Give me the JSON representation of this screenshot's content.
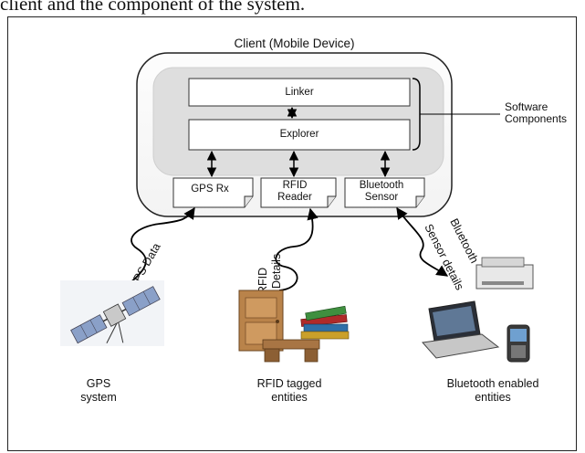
{
  "caption": "client and the component of the system.",
  "client_title": "Client (Mobile Device)",
  "software": {
    "line1": "Software",
    "line2": "Components"
  },
  "boxes": {
    "linker": "Linker",
    "explorer": "Explorer"
  },
  "modules": {
    "gps": "GPS Rx",
    "rfid": {
      "line1": "RFID",
      "line2": "Reader"
    },
    "bluetooth": {
      "line1": "Bluetooth",
      "line2": "Sensor"
    }
  },
  "links": {
    "gps": "GPS Data",
    "rfid": {
      "line1": "RFID",
      "line2": "Details"
    },
    "bluetooth": {
      "line1": "Bluetooth",
      "line2": "Sensor details"
    }
  },
  "entities": {
    "gps": {
      "line1": "GPS",
      "line2": "system"
    },
    "rfid": {
      "line1": "RFID tagged",
      "line2": "entities"
    },
    "bluetooth": {
      "line1": "Bluetooth enabled",
      "line2": "entities"
    }
  }
}
